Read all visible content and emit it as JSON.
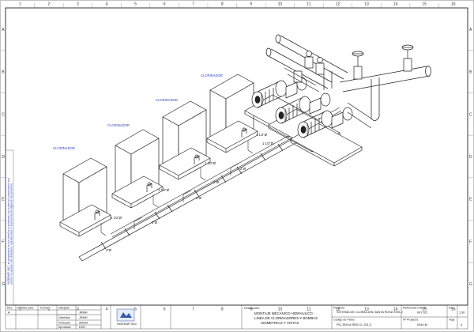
{
  "sheet": {
    "columns": [
      "1",
      "2",
      "3",
      "4",
      "5",
      "6",
      "7",
      "8",
      "9",
      "10",
      "11",
      "12",
      "13",
      "14",
      "15",
      "16"
    ],
    "rows": [
      "A",
      "B",
      "C",
      "D",
      "E",
      "F",
      "G"
    ]
  },
  "tags": {
    "chlorinators": [
      "CLORINADOR",
      "CLORINADOR",
      "CLORINADOR",
      "CLORINADOR"
    ]
  },
  "dimensions": [
    "1 1/2\"Ø",
    "1 1/2\"Ø",
    "1 1/2\"Ø",
    "1 1/2\"Ø",
    "1 1/2\"Ø",
    "2\"Ø",
    "2\"Ø",
    "2\"Ø",
    "2\"Ø",
    "3\"Ø"
  ],
  "side_note": {
    "lines": [
      "INGEMAR SAC, es propietaria de sus diseños y asimismo, los cuales sin autorización por",
      "escrito no pueden ser utilizados, reproducidos ni la presente divulgación del presente."
    ]
  },
  "title_block": {
    "rev_header": [
      "Rev.",
      "Emitido para",
      "Fecha",
      "Dibujado"
    ],
    "rev_row": [
      "A",
      "",
      "",
      "JRMH"
    ],
    "checks": [
      {
        "label": "Diseñado",
        "value": "JRMH"
      },
      {
        "label": "Revisado",
        "value": "ADEM"
      },
      {
        "label": "Aprobado",
        "value": "DHC"
      }
    ],
    "company": "INGEMAR SAC",
    "description_label": "Descripción:",
    "description": [
      "MONTAJE MECANICO HIDRAULICO",
      "LINEA DE CLORINADORES Y BOMBAS",
      "ISOMETRICO Y VISTAS"
    ],
    "project_label": "Proyecto:",
    "project": "SISTEMA DE CLORACION SANTA ROSA TMS-2",
    "drawing_label": "Código de Plano:",
    "drawing": "PIC-SHI-M-SED-CL-011-3",
    "client_ref_label": "Referencia Cliente:",
    "client_ref": "007725",
    "project_no_label": "Nº Proyecto:",
    "project_no": "0044-M",
    "scale_label": "Esc.",
    "scale": "1:30",
    "sheet_label": "Hoja",
    "sheet": "4"
  }
}
